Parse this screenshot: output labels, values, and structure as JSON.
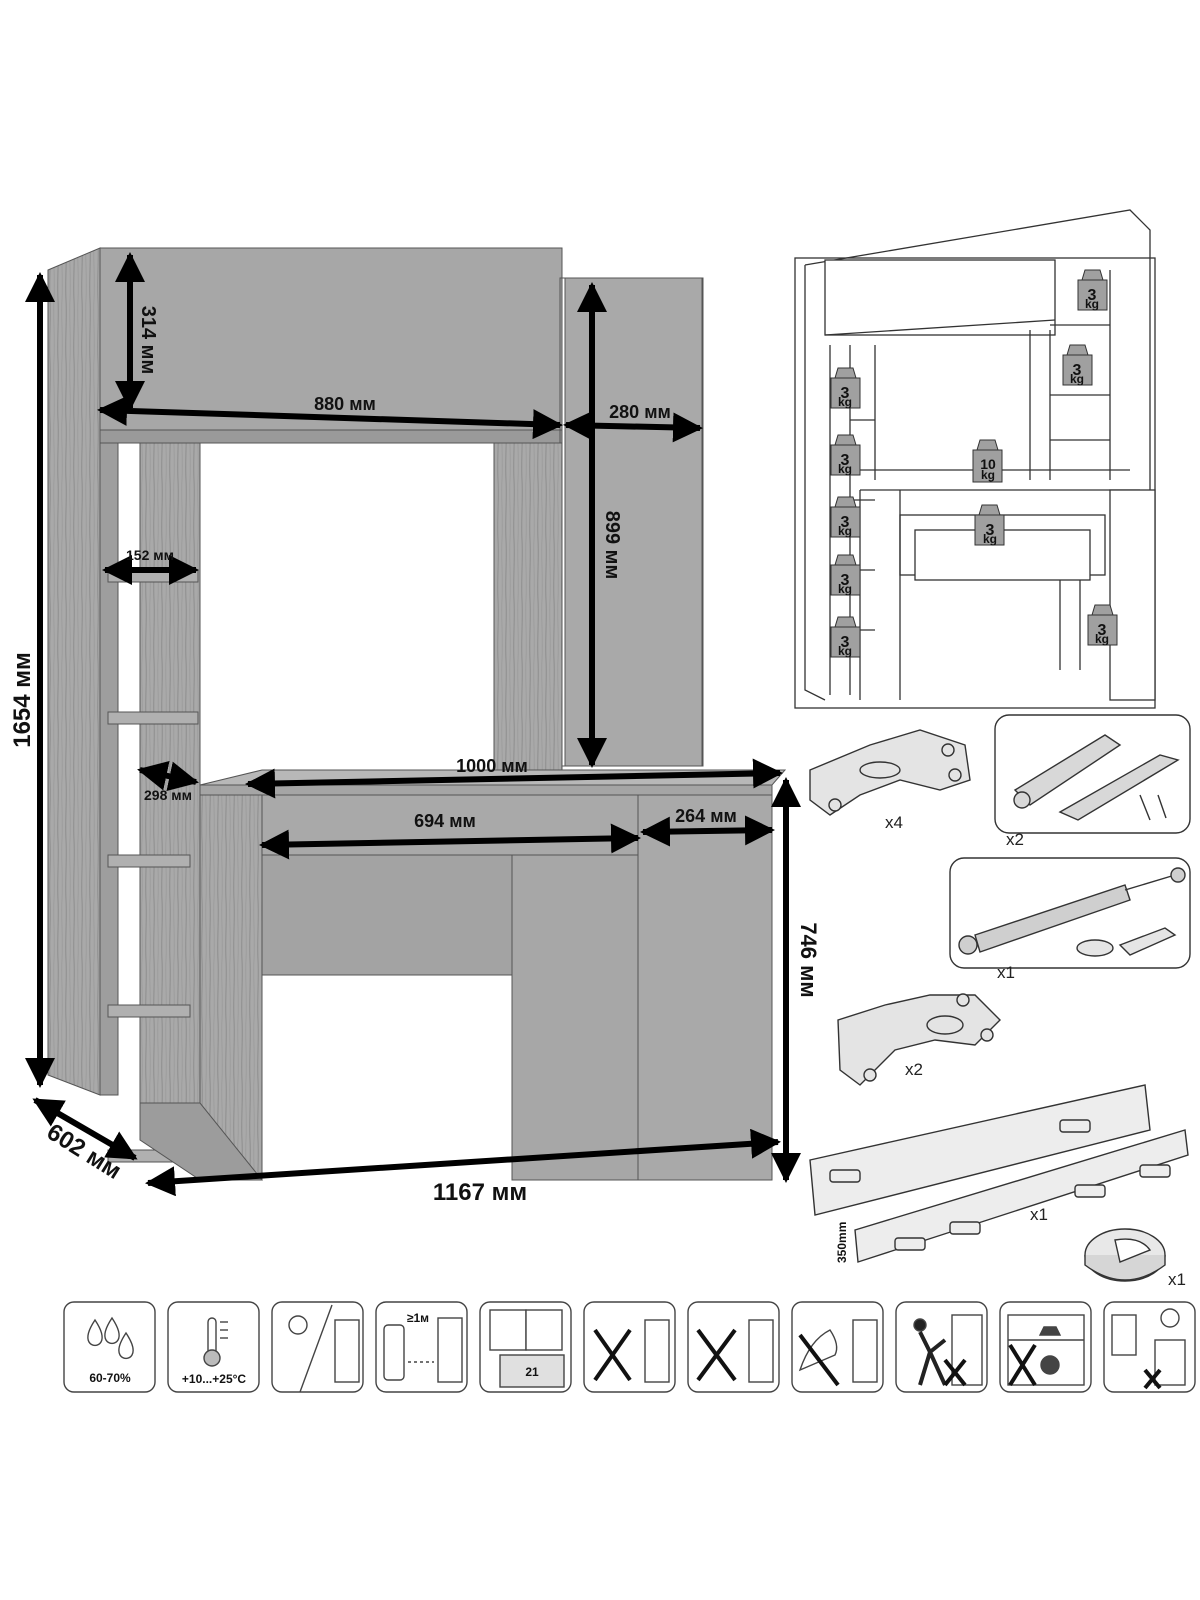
{
  "dimensions": {
    "total_height": "1654 мм",
    "depth": "602 мм",
    "total_width": "1167 мм",
    "top_cabinet_height": "314 мм",
    "top_cabinet_width": "880 мм",
    "right_column_width": "280 мм",
    "right_column_height": "899 мм",
    "shelf_width": "152 мм",
    "desk_depth": "298 мм",
    "desk_width": "1000 мм",
    "drawer_width": "694 мм",
    "right_section_width": "264 мм",
    "desk_height": "746 мм"
  },
  "load_diagram": {
    "weights": [
      "3",
      "3",
      "3",
      "3",
      "3",
      "3",
      "3",
      "10",
      "3",
      "3"
    ],
    "unit": "kg"
  },
  "hardware": {
    "hinge_set_qty": "x4",
    "push_latch_qty": "x2",
    "gas_lift_qty": "x1",
    "hinge_small_qty": "x2",
    "slides_qty": "x1",
    "slides_length": "350mm",
    "grommet_qty": "x1"
  },
  "care_icons": {
    "humidity": "60-70%",
    "temperature": "+10...+25°C",
    "heater_distance": "≥1м",
    "calendar_days": "21"
  }
}
